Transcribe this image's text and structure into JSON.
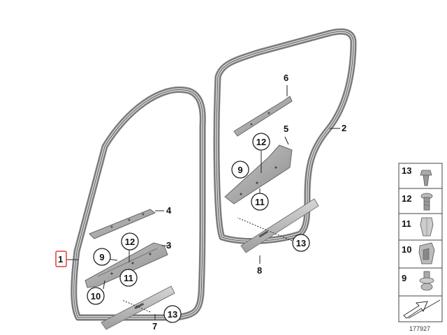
{
  "callouts": {
    "p1": "1",
    "p2": "2",
    "p3": "3",
    "p4": "4",
    "p5": "5",
    "p6": "6",
    "p7": "7",
    "p8": "8"
  },
  "circles": {
    "left_9": "9",
    "left_12": "12",
    "left_11": "11",
    "left_10": "10",
    "left_13": "13",
    "right_12": "12",
    "right_9": "9",
    "right_11": "11",
    "right_13": "13"
  },
  "legend": {
    "items": [
      "13",
      "12",
      "11",
      "10",
      "9"
    ]
  },
  "reference_number": "177927",
  "colors": {
    "seal": "#8a8a8a",
    "trim": "#b8b8b8",
    "highlight": "#e53935"
  }
}
